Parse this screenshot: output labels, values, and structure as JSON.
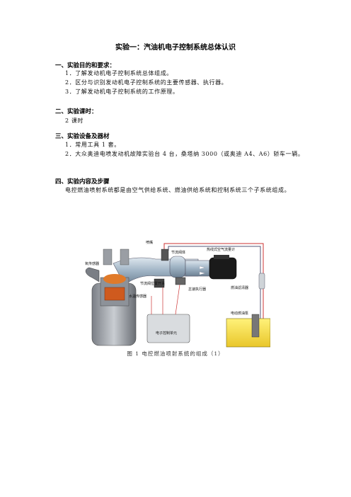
{
  "title": "实验一：汽油机电子控制系统总体认识",
  "sections": [
    {
      "heading": "一、实验目的和要求：",
      "lines": [
        "1．了解发动机电子控制系统总体组成。",
        "2．区分与识别发动机电子控制系统的主要传感器、执行器。",
        "3．了解发动机电子控制系统的工作原理。"
      ]
    },
    {
      "heading": "二、实验课时：",
      "lines": [
        "2 课时"
      ]
    },
    {
      "heading": "三、实验设备及器材",
      "lines": [
        "1．常用工具 1 套。"
      ],
      "wrapped": "2．大众奥迪电喷发动机故障实验台 4 台，桑塔纳 3000（或奥迪 A4、A6）轿车一辆。"
    },
    {
      "heading": "四、实验内容及步骤",
      "paragraph": "电控燃油喷射系统都是由空气供给系统、燃油供给系统和控制系统三个子系统组成。"
    }
  ],
  "figure": {
    "labels": {
      "injector": "喷嘴",
      "throttle_body": "节流阀体",
      "air_flow_meter": "热线式空气流量计",
      "oxygen_sensor": "氧传感器",
      "throttle_switch": "节流阀位置开关",
      "water_temp_sensor": "水温传感器",
      "idle_actuator": "怠速执行器",
      "fuel_filter": "燃油滤清器",
      "fuel_pump": "电动燃油泵",
      "ecu": "电子控制单元"
    },
    "caption": "图 1   电控燃油喷射系统的组成（1）"
  }
}
